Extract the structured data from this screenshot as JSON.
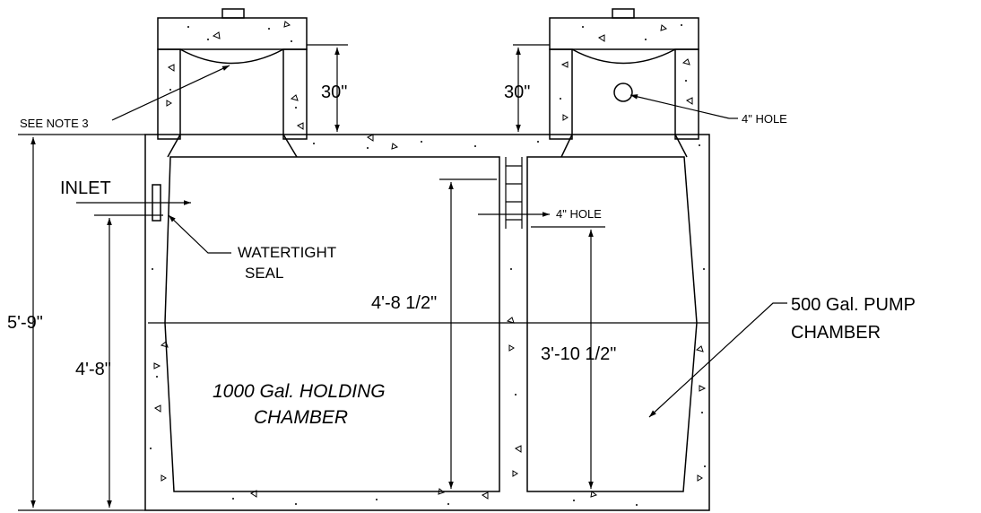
{
  "labels": {
    "see_note": "SEE NOTE 3",
    "riser_left_height": "30\"",
    "riser_right_height": "30\"",
    "riser_hole": "4\" HOLE",
    "inlet": "INLET",
    "seal_line1": "WATERTIGHT",
    "seal_line2": "SEAL",
    "baffle_hole": "4\" HOLE",
    "overall_height": "5'-9\"",
    "inlet_height": "4'-8\"",
    "holding_liquid_depth": "4'-8 1/2\"",
    "pump_liquid_depth": "3'-10 1/2\"",
    "pump_line1": "500 Gal. PUMP",
    "pump_line2": "CHAMBER",
    "holding_line1": "1000 Gal. HOLDING",
    "holding_line2": "CHAMBER"
  },
  "colors": {
    "line": "#000000",
    "background": "#ffffff"
  }
}
